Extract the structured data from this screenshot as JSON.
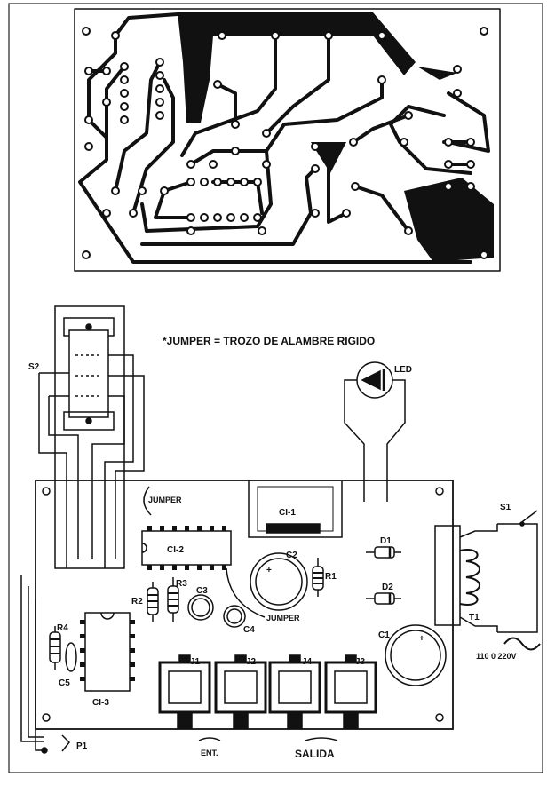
{
  "note": "*JUMPER = TROZO DE ALAMBRE RIGIDO",
  "switch_s2": "S2",
  "led": "LED",
  "jumper_top": "JUMPER",
  "jumper_mid": "JUMPER",
  "chips": {
    "ci1": "CI-1",
    "ci2": "CI-2",
    "ci3": "CI-3"
  },
  "capacitors": {
    "c1": "C1",
    "c2": "C2",
    "c3": "C3",
    "c4": "C4",
    "c5": "C5"
  },
  "resistors": {
    "r1": "R1",
    "r2": "R2",
    "r3": "R3",
    "r4": "R4"
  },
  "diodes": {
    "d1": "D1",
    "d2": "D2"
  },
  "transformer": "T1",
  "switch_s1": "S1",
  "voltage": "110 0  220V",
  "pot": "P1",
  "jacks": {
    "j1": "J1",
    "j2": "J2",
    "j4": "J4",
    "j3": "J3"
  },
  "input_label": "ENT.",
  "output_label": "SALIDA"
}
